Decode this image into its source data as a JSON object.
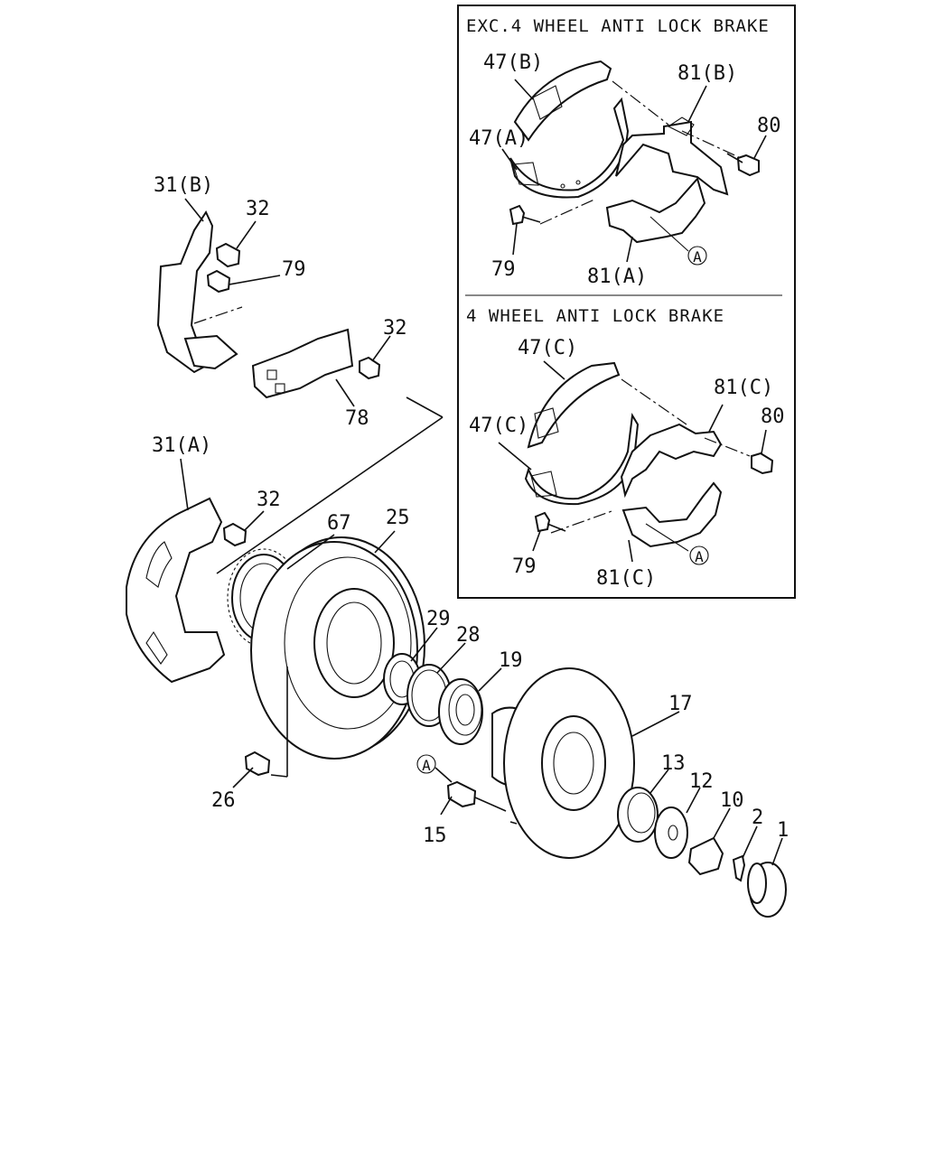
{
  "inset_top": {
    "title": "EXC.4 WHEEL ANTI LOCK BRAKE"
  },
  "inset_bottom": {
    "title": "4 WHEEL ANTI LOCK BRAKE"
  },
  "ref_marker": "A",
  "callouts": {
    "c1": "1",
    "c2": "2",
    "c10": "10",
    "c12": "12",
    "c13": "13",
    "c15": "15",
    "c17": "17",
    "c19": "19",
    "c25": "25",
    "c26": "26",
    "c28": "28",
    "c29": "29",
    "c31a": "31(A)",
    "c31b": "31(B)",
    "c32a": "32",
    "c32b": "32",
    "c32c": "32",
    "c47a": "47(A)",
    "c47b": "47(B)",
    "c47c1": "47(C)",
    "c47c2": "47(C)",
    "c67": "67",
    "c78": "78",
    "c79a": "79",
    "c79b": "79",
    "c79c": "79",
    "c80a": "80",
    "c80b": "80",
    "c81a": "81(A)",
    "c81b": "81(B)",
    "c81c1": "81(C)",
    "c81c2": "81(C)"
  }
}
